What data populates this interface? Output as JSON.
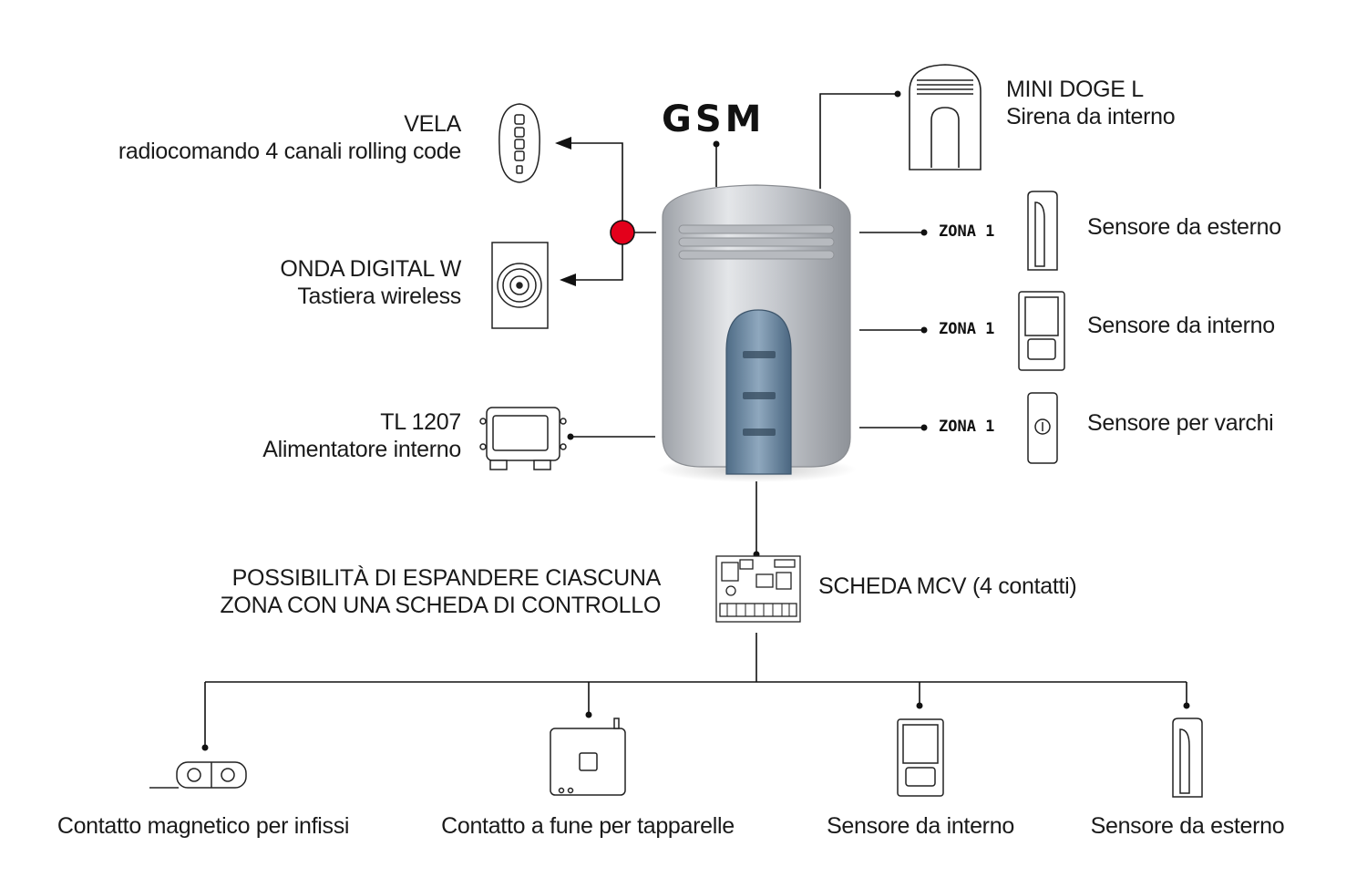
{
  "hub": {
    "gsm_label": "GSM"
  },
  "left_devices": [
    {
      "title": "VELA",
      "subtitle": "radiocomando 4 canali rolling code"
    },
    {
      "title": "ONDA DIGITAL W",
      "subtitle": "Tastiera wireless"
    },
    {
      "title": "TL 1207",
      "subtitle": "Alimentatore interno"
    }
  ],
  "siren": {
    "title": "MINI DOGE L",
    "subtitle": "Sirena da interno"
  },
  "zones": [
    {
      "zone_label": "ZONA 1",
      "sensor": "Sensore da esterno"
    },
    {
      "zone_label": "ZONA 1",
      "sensor": "Sensore da interno"
    },
    {
      "zone_label": "ZONA 1",
      "sensor": "Sensore per varchi"
    }
  ],
  "expansion": {
    "note_line1": "POSSIBILITÀ DI ESPANDERE CIASCUNA",
    "note_line2": "ZONA CON UNA SCHEDA DI CONTROLLO",
    "board_label": "SCHEDA MCV (4 contatti)"
  },
  "bottom_devices": [
    {
      "label": "Contatto magnetico per infissi"
    },
    {
      "label": "Contatto a fune per tapparelle"
    },
    {
      "label": "Sensore da interno"
    },
    {
      "label": "Sensore da esterno"
    }
  ],
  "colors": {
    "line": "#111111",
    "junction": "#e3001b",
    "hub_body": "#c9ccd1",
    "hub_window": "#5f7f99"
  }
}
